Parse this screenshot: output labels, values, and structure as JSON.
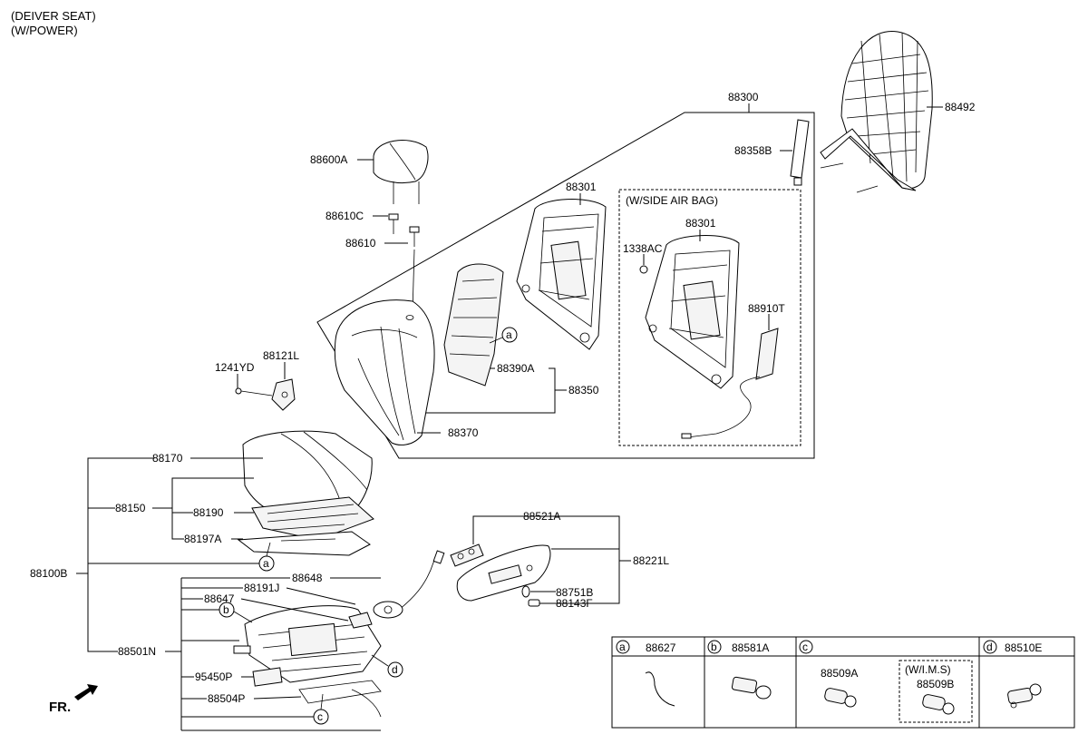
{
  "header": {
    "line1": "(DEIVER SEAT)",
    "line2": "(W/POWER)"
  },
  "front_indicator": "FR.",
  "labels": {
    "p88300": "88300",
    "p88492": "88492",
    "p88358B": "88358B",
    "p88301": "88301",
    "side_airbag_title": "(W/SIDE AIR BAG)",
    "p88301b": "88301",
    "p1338AC": "1338AC",
    "p88910T": "88910T",
    "p88600A": "88600A",
    "p88610C": "88610C",
    "p88610": "88610",
    "p1241YD": "1241YD",
    "p88121L": "88121L",
    "p88390A": "88390A",
    "p88350": "88350",
    "p88370": "88370",
    "p88170": "88170",
    "p88150": "88150",
    "p88190": "88190",
    "p88197A": "88197A",
    "p88100B": "88100B",
    "p88521A": "88521A",
    "p88221L": "88221L",
    "p88648": "88648",
    "p88191J": "88191J",
    "p88647": "88647",
    "p88751B": "88751B",
    "p88143F": "88143F",
    "p88501N": "88501N",
    "p95450P": "95450P",
    "p88504P": "88504P"
  },
  "callouts": {
    "a": "a",
    "b": "b",
    "c": "c",
    "d": "d"
  },
  "legend": {
    "a_letter": "a",
    "a_part": "88627",
    "b_letter": "b",
    "b_part": "88581A",
    "c_letter": "c",
    "c_part": "88509A",
    "c_ims": "(W/I.M.S)",
    "c_ims_part": "88509B",
    "d_letter": "d",
    "d_part": "88510E"
  }
}
